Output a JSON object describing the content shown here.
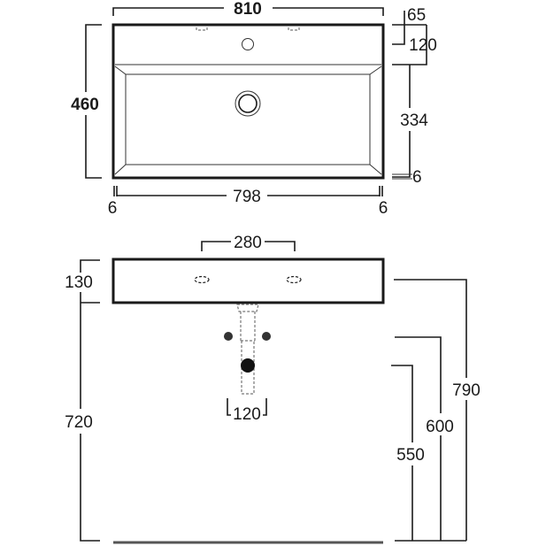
{
  "top_view": {
    "width_overall": "810",
    "depth_overall": "460",
    "deck_offset": "65",
    "deck_depth": "120",
    "basin_depth": "334",
    "rim_front": "6",
    "basin_width": "798",
    "rim_left": "6",
    "rim_right": "6"
  },
  "front_view": {
    "tap_spacing": "280",
    "basin_height": "130",
    "bottom_to_floor": "720",
    "top_height": "790",
    "waste_outlet_height": "600",
    "trap_height": "550",
    "waste_width": "120"
  }
}
